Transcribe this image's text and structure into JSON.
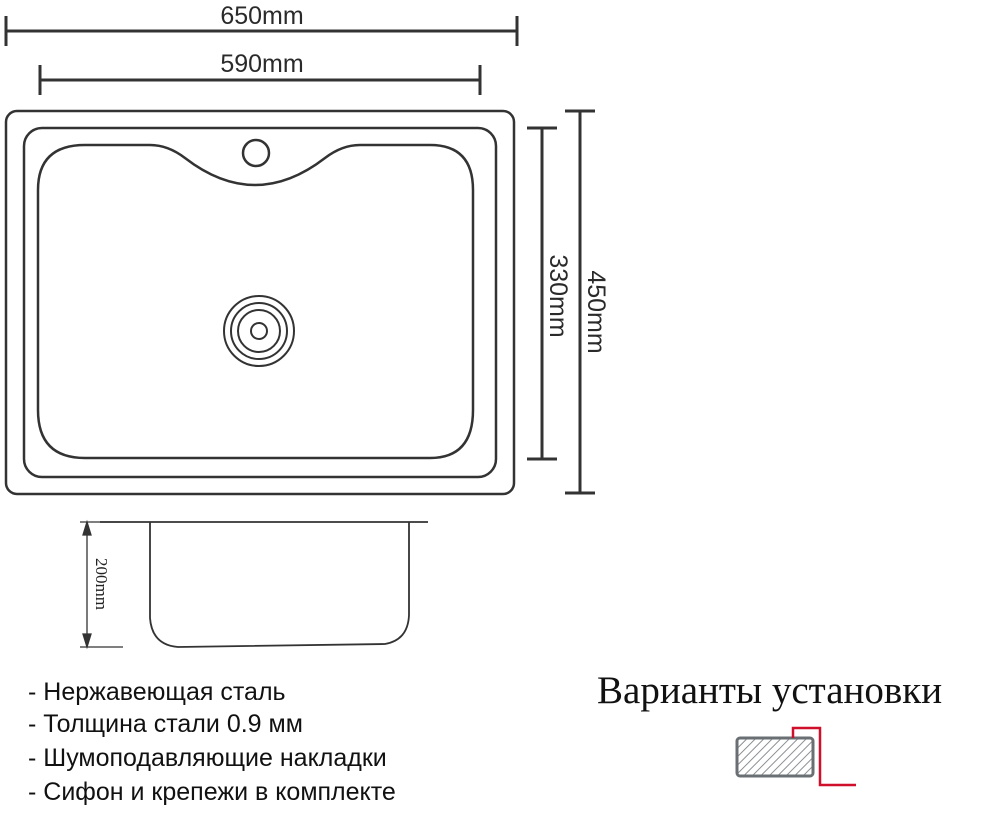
{
  "dimensions": {
    "overall_width": "650mm",
    "bowl_width": "590mm",
    "overall_depth": "450mm",
    "bowl_depth": "330mm",
    "bowl_height": "200mm"
  },
  "specs": [
    {
      "dash": "- ",
      "text": "Нержавеющая сталь"
    },
    {
      "dash": "- ",
      "text": "Толщина стали ",
      "value": "0.9",
      "unit": " мм"
    },
    {
      "dash": "- ",
      "text": "Шумоподавляющие накладки"
    },
    {
      "dash": "- ",
      "text": "Сифон и крепежи в комплекте"
    }
  ],
  "installation": {
    "title": "Варианты установки",
    "accent_color": "#d0102a",
    "counter_color": "#6a6f73"
  },
  "colors": {
    "line": "#2e2e2e",
    "background": "#ffffff"
  }
}
